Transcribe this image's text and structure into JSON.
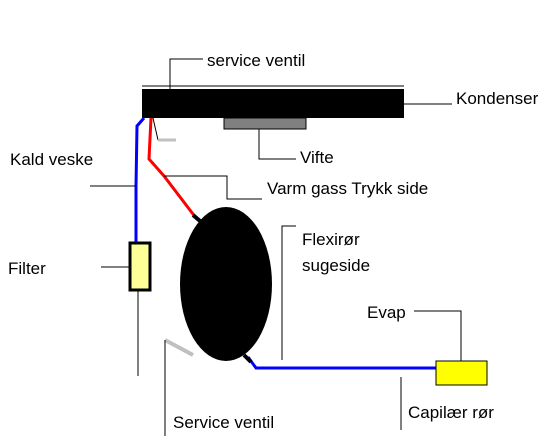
{
  "labels": {
    "service_valve_top": "service ventil",
    "condenser": "Kondenser",
    "fan": "Vifte",
    "liquid_line": "Kald veske",
    "hot_gas": "Varm gass  Trykk side",
    "flex_tube_line1": "Flexirør",
    "flex_tube_line2": "sugeside",
    "filter": "Filter",
    "evaporator": "Evap",
    "service_valve_bottom": "Service ventil",
    "capillary": "Capilær rør"
  },
  "colors": {
    "condenser": "#000000",
    "fan": "#808080",
    "compressor": "#000000",
    "filter_fill": "#ffff99",
    "evaporator_fill": "#ffff00",
    "liquid_line": "#0000ff",
    "suction_line": "#0000ff",
    "hot_gas_line": "#ff0000",
    "service_valve_stub": "#c0c0c0"
  }
}
